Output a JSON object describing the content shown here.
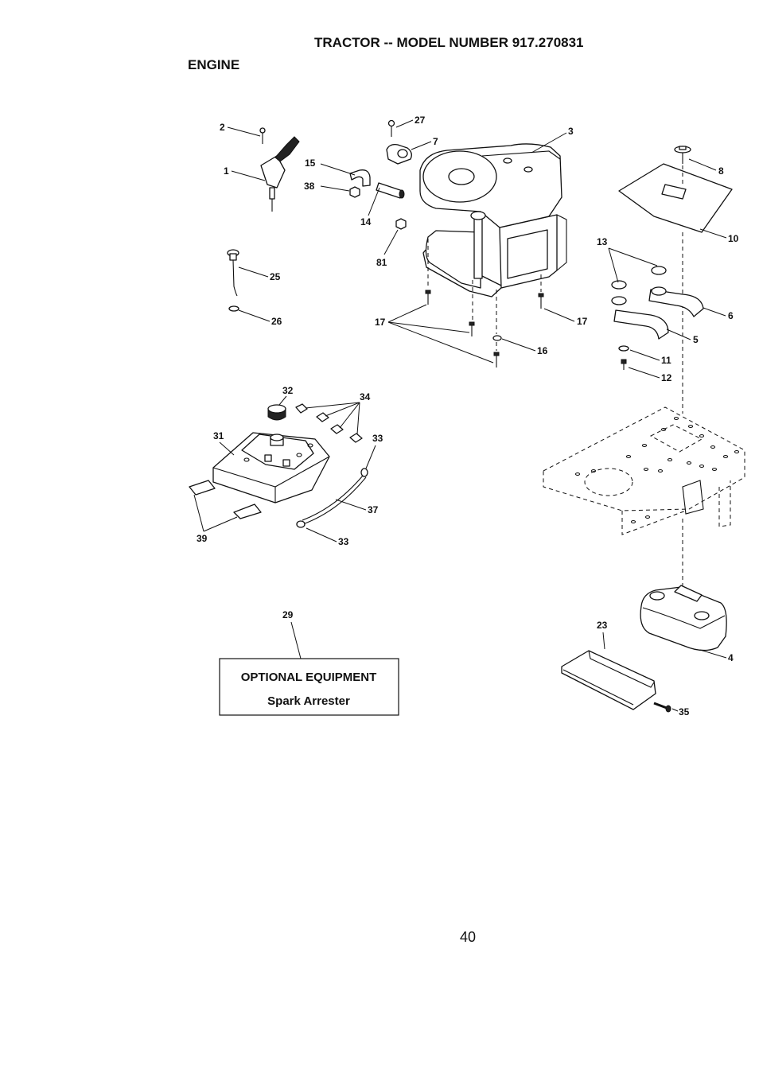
{
  "header": {
    "title": "TRACTOR -- MODEL NUMBER 917.270831",
    "section": "ENGINE"
  },
  "callouts": [
    "2",
    "1",
    "27",
    "7",
    "3",
    "15",
    "38",
    "14",
    "81",
    "8",
    "10",
    "13",
    "6",
    "5",
    "11",
    "12",
    "25",
    "26",
    "17",
    "17",
    "16",
    "32",
    "34",
    "33",
    "31",
    "37",
    "39",
    "33",
    "29",
    "23",
    "4",
    "35"
  ],
  "optional_equipment": {
    "heading": "OPTIONAL EQUIPMENT",
    "item": "Spark Arrester"
  },
  "page_number": "40"
}
